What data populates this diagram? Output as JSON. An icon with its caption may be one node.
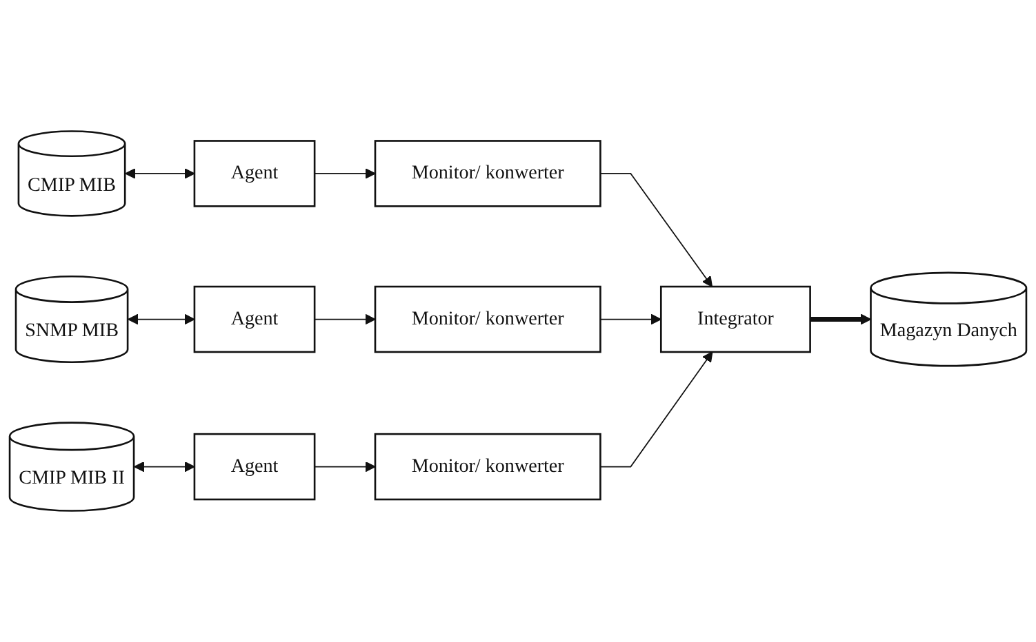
{
  "diagram": {
    "nodes": [
      {
        "text": [
          "Agent"
        ]
      },
      {
        "text": [
          "CMIP MIB"
        ]
      },
      {
        "text": [
          "Monitor/ konwerter"
        ]
      },
      {
        "text": [
          "Agent"
        ]
      },
      {
        "text": [
          "SNMP MIB"
        ]
      },
      {
        "text": [
          "Monitor/ konwerter"
        ]
      },
      {
        "text": [
          "Agent"
        ]
      },
      {
        "text": [
          "CMIP MIB II"
        ]
      },
      {
        "text": [
          "Monitor/ konwerter"
        ]
      },
      {
        "text": [
          "Integrator"
        ]
      },
      {
        "text": [
          "Magazyn Danych"
        ]
      }
    ],
    "edges": [
      {
        "from": 1,
        "to": 0,
        "arrow": "both"
      },
      {
        "from": 0,
        "to": 2,
        "arrow": "to"
      },
      {
        "from": 4,
        "to": 3,
        "arrow": "both"
      },
      {
        "from": 3,
        "to": 5,
        "arrow": "to"
      },
      {
        "from": 7,
        "to": 6,
        "arrow": "both"
      },
      {
        "from": 6,
        "to": 8,
        "arrow": "to"
      },
      {
        "from": 2,
        "to": 9,
        "arrow": "to"
      },
      {
        "from": 5,
        "to": 9,
        "arrow": "to"
      },
      {
        "from": 8,
        "to": 9,
        "arrow": "to"
      },
      {
        "from": 9,
        "to": 10,
        "arrow": "to",
        "style": "thick"
      }
    ]
  }
}
